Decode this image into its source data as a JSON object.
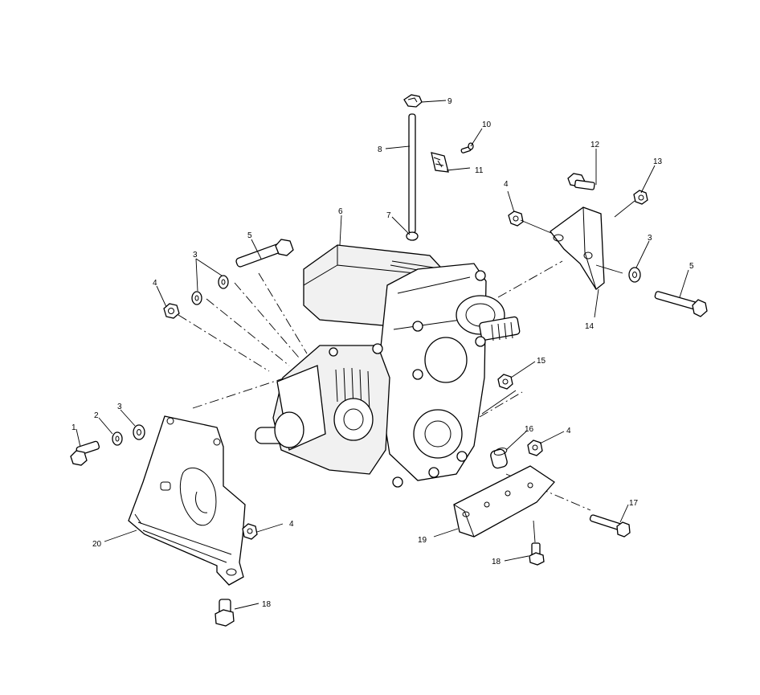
{
  "diagram": {
    "callouts": {
      "c1": "1",
      "c2": "2",
      "c3a": "3",
      "c3b": "3",
      "c3c": "3",
      "c4a": "4",
      "c4b": "4",
      "c4c": "4",
      "c4d": "4",
      "c5a": "5",
      "c5b": "5",
      "c6": "6",
      "c7": "7",
      "c8": "8",
      "c9": "9",
      "c10": "10",
      "c11": "11",
      "c12": "12",
      "c13": "13",
      "c14": "14",
      "c15": "15",
      "c16": "16",
      "c17": "17",
      "c18a": "18",
      "c18b": "18",
      "c19": "19",
      "c20": "20"
    }
  }
}
